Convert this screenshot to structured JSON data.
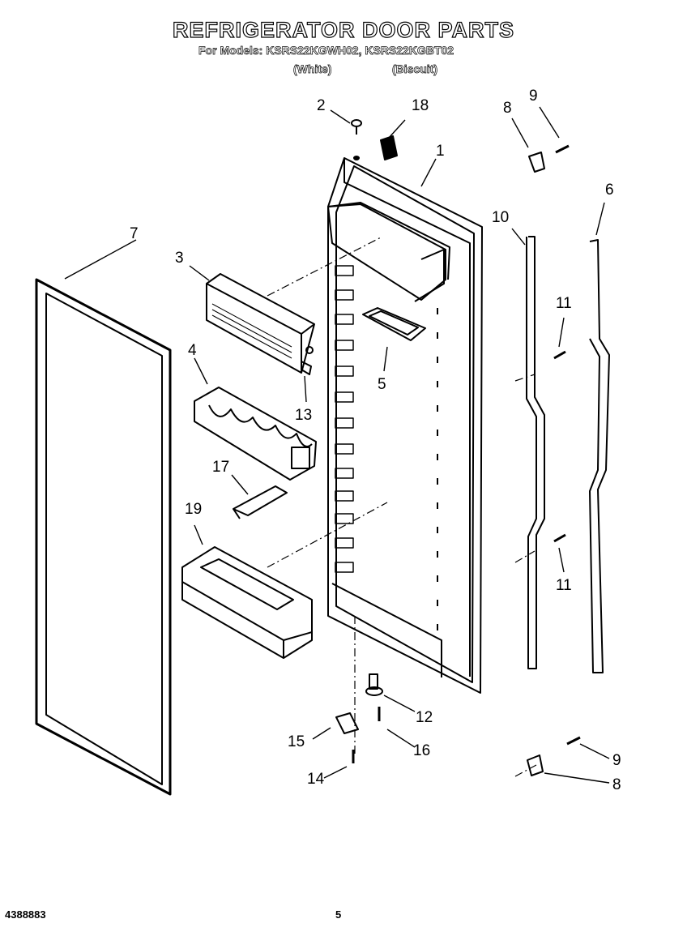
{
  "header": {
    "title": "REFRIGERATOR DOOR PARTS",
    "models_line": "For Models: KSRS22KGWH02, KSRS22KGBT02",
    "variant_white": "(White)",
    "variant_biscuit": "(Biscuit)"
  },
  "callouts": [
    "1",
    "2",
    "3",
    "4",
    "5",
    "6",
    "7",
    "8",
    "9",
    "10",
    "11",
    "12",
    "13",
    "14",
    "15",
    "16",
    "17",
    "18",
    "19"
  ],
  "callout_labels": {
    "c1": "1",
    "c2": "2",
    "c3": "3",
    "c4": "4",
    "c5": "5",
    "c6": "6",
    "c7": "7",
    "c8a": "8",
    "c8b": "8",
    "c9a": "9",
    "c9b": "9",
    "c10": "10",
    "c11a": "11",
    "c11b": "11",
    "c12": "12",
    "c13": "13",
    "c14": "14",
    "c15": "15",
    "c16": "16",
    "c17": "17",
    "c18": "18",
    "c19": "19"
  },
  "footer": {
    "document_number": "4388883",
    "page_number": "5"
  }
}
